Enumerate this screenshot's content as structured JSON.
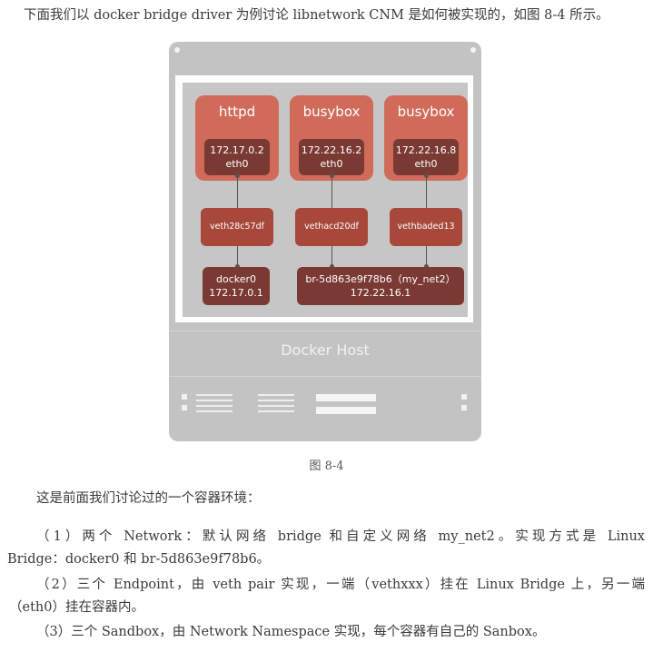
{
  "intro": "下面我们以 docker bridge driver 为例讨论 libnetwork CNM 是如何被实现的，如图 8-4 所示。",
  "figure": {
    "containers": [
      {
        "name": "httpd",
        "ip": "172.17.0.2",
        "iface": "eth0"
      },
      {
        "name": "busybox",
        "ip": "172.22.16.2",
        "iface": "eth0"
      },
      {
        "name": "busybox",
        "ip": "172.22.16.8",
        "iface": "eth0"
      }
    ],
    "veths": [
      "veth28c57df",
      "vethacd20df",
      "vethbaded13"
    ],
    "bridges": [
      {
        "name": "docker0",
        "ip": "172.17.0.1"
      },
      {
        "name": "br-5d863e9f78b6（my_net2）",
        "ip": "172.22.16.1"
      }
    ],
    "host_label": "Docker Host",
    "colors": {
      "container": "#d06b5a",
      "ip_box": "#7a3a33",
      "veth": "#a8483a",
      "host": "#c3c3c3"
    }
  },
  "caption": "图 8-4",
  "body": {
    "lead": "这是前面我们讨论过的一个容器环境：",
    "item1_line1": "（1）两个 Network：默认网络 bridge 和自定义网络 my_net2。实现方式是 Linux",
    "item1_line2": "Bridge：docker0 和 br-5d863e9f78b6。",
    "item2_line1": "（2）三个 Endpoint，由 veth pair 实现，一端（vethxxx）挂在 Linux Bridge 上，另一端",
    "item2_line2": "（eth0）挂在容器内。",
    "item3_line1": "（3）三个 Sandbox，由 Network Namespace 实现，每个容器有自己的 Sanbox。"
  }
}
